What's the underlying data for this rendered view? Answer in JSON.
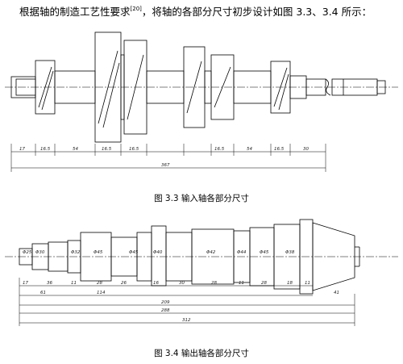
{
  "intro": {
    "before": "根据轴的制造工艺性要求",
    "ref": "[20]",
    "after": "，将轴的各部分尺寸初步设计如图 3.3、3.4 所示："
  },
  "figure1": {
    "caption": "图 3.3 输入轴各部分尺寸",
    "dims_row": [
      "17",
      "16.5",
      "54",
      "16.5",
      "16.5",
      "16.5",
      "54",
      "16.5",
      "30"
    ],
    "total": "367"
  },
  "figure2": {
    "caption": "图 3.4 输出轴各部分尺寸",
    "diameters": [
      "Φ25",
      "Φ30",
      "Φ32",
      "Φ45",
      "Φ45",
      "Φ40",
      "Φ42",
      "Φ44",
      "Φ45",
      "Φ38"
    ],
    "dims_row1": [
      "17",
      "36",
      "11",
      "28",
      "26",
      "16",
      "30",
      "28",
      "11",
      "28",
      "18",
      "11"
    ],
    "dims_row2": [
      "61",
      "114",
      "41"
    ],
    "dims_row3": [
      "209"
    ],
    "dims_row4": [
      "288"
    ],
    "total": "312"
  }
}
